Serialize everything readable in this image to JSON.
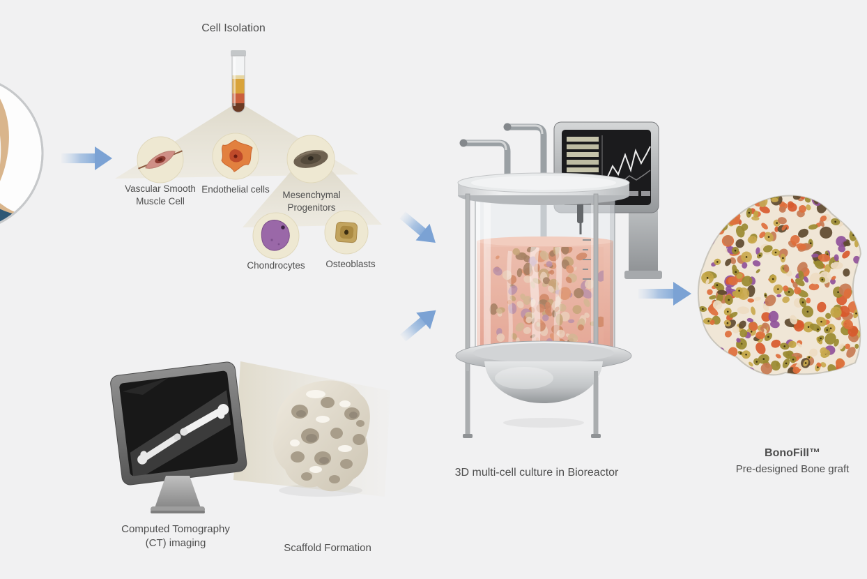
{
  "colors": {
    "background": "#f1f1f2",
    "text": "#4e4e4e",
    "arrow_blue": "#7ba2d4",
    "cell_circle_bg": "#eee8d2",
    "fan_beige": "#e7e2d4",
    "liquid_pink": "#e8b2a2",
    "graft_palette": [
      "#de6f3c",
      "#de6f3c",
      "#d85a2e",
      "#9a8a30",
      "#9a8a30",
      "#c2a544",
      "#90539a",
      "#5e4a2f",
      "#caa94e",
      "#eedcc2",
      "#c77b52"
    ],
    "tissue_palette": [
      "#d98a5f",
      "#cbb98e",
      "#8a6b4a",
      "#a884ac",
      "#ead9c4",
      "#c5764f",
      "#b9a06a"
    ]
  },
  "icons": {
    "flow_arrow": "blue-gradient-arrow",
    "test_tube": "layered-centrifuge-tube",
    "bioreactor": "glass-vessel-with-pipes-and-monitor",
    "ct_monitor": "screen-with-bone-xray",
    "scaffold": "porous-bone-scaffold",
    "bone_graft": "multicellular-tissue-blob"
  },
  "stages": {
    "isolation": {
      "title": "Cell Isolation",
      "cell_types": [
        {
          "name": "vascular-smooth-muscle-cell",
          "label_lines": [
            "Vascular Smooth",
            "Muscle Cell"
          ]
        },
        {
          "name": "endothelial-cells",
          "label_lines": [
            "Endothelial cells"
          ]
        },
        {
          "name": "mesenchymal-progenitors",
          "label_lines": [
            "Mesenchymal",
            "Progenitors"
          ]
        },
        {
          "name": "chondrocytes",
          "label_lines": [
            "Chondrocytes"
          ]
        },
        {
          "name": "osteoblasts",
          "label_lines": [
            "Osteoblasts"
          ]
        }
      ]
    },
    "culture": {
      "caption": "3D multi-cell culture in Bioreactor"
    },
    "imaging": {
      "caption_lines": [
        "Computed Tomography",
        "(CT)  imaging"
      ]
    },
    "scaffold": {
      "caption": "Scaffold Formation"
    },
    "product": {
      "name": "BonoFill™",
      "caption": "Pre-designed Bone graft"
    }
  }
}
